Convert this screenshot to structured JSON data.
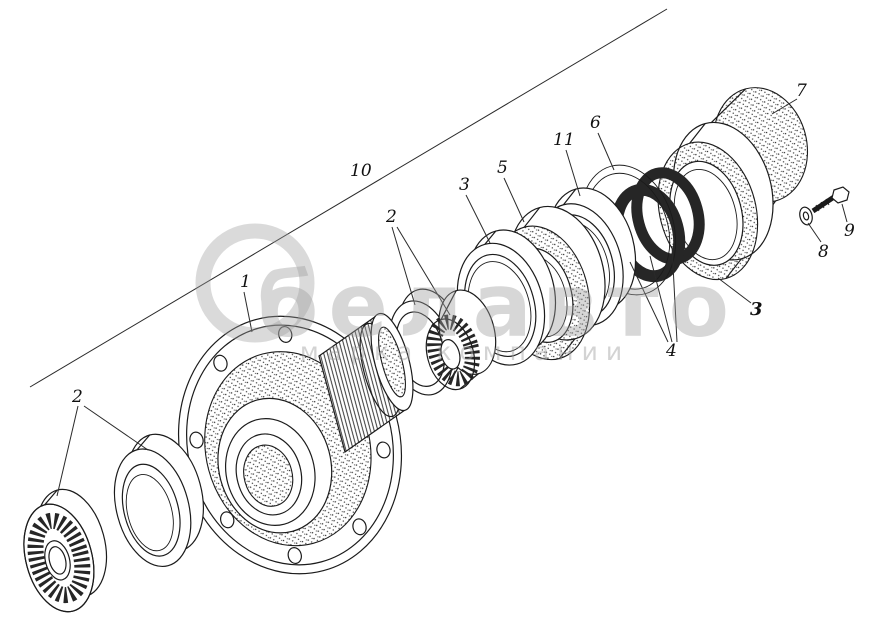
{
  "palette": {
    "ink": "#1b1b1b",
    "paper": "#ffffff",
    "watermark": "#9e9e9e"
  },
  "watermark": {
    "main": "белавто",
    "sub": "марка компании"
  },
  "callouts": {
    "c1": "1",
    "c2a": "2",
    "c2b": "2",
    "c3a": "3",
    "c3b": "3",
    "c4": "4",
    "c5": "5",
    "c6": "6",
    "c7": "7",
    "c8": "8",
    "c9": "9",
    "c10": "10",
    "c11": "11"
  }
}
